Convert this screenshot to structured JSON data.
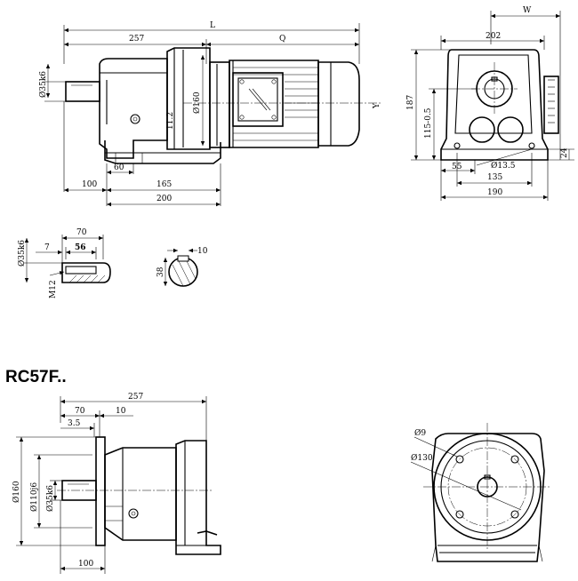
{
  "title": "RC57F..",
  "dims": {
    "L": "L",
    "d257": "257",
    "Q": "Q",
    "d35k6": "Ø35k6",
    "d160": "Ø160",
    "d11_2": "11.2",
    "Y": "Y",
    "d60": "60",
    "d100": "100",
    "d165": "165",
    "d200": "200",
    "W": "W",
    "d202": "202",
    "d187": "187",
    "d115": "115-0.5",
    "d24": "24",
    "d55": "55",
    "d13_5": "Ø13.5",
    "d135": "135",
    "d190": "190"
  },
  "shaft": {
    "d35k6": "Ø35k6",
    "d70": "70",
    "d7": "7",
    "d56": "56",
    "M12": "M12",
    "d38": "38",
    "d10": "10"
  },
  "flange": {
    "d257": "257",
    "d70": "70",
    "d3_5": "3.5",
    "d10": "10",
    "d160": "Ø160",
    "d110j6": "Ø110j6",
    "d35k6": "Ø35k6",
    "d100": "100",
    "d9": "Ø9",
    "d130": "Ø130"
  }
}
